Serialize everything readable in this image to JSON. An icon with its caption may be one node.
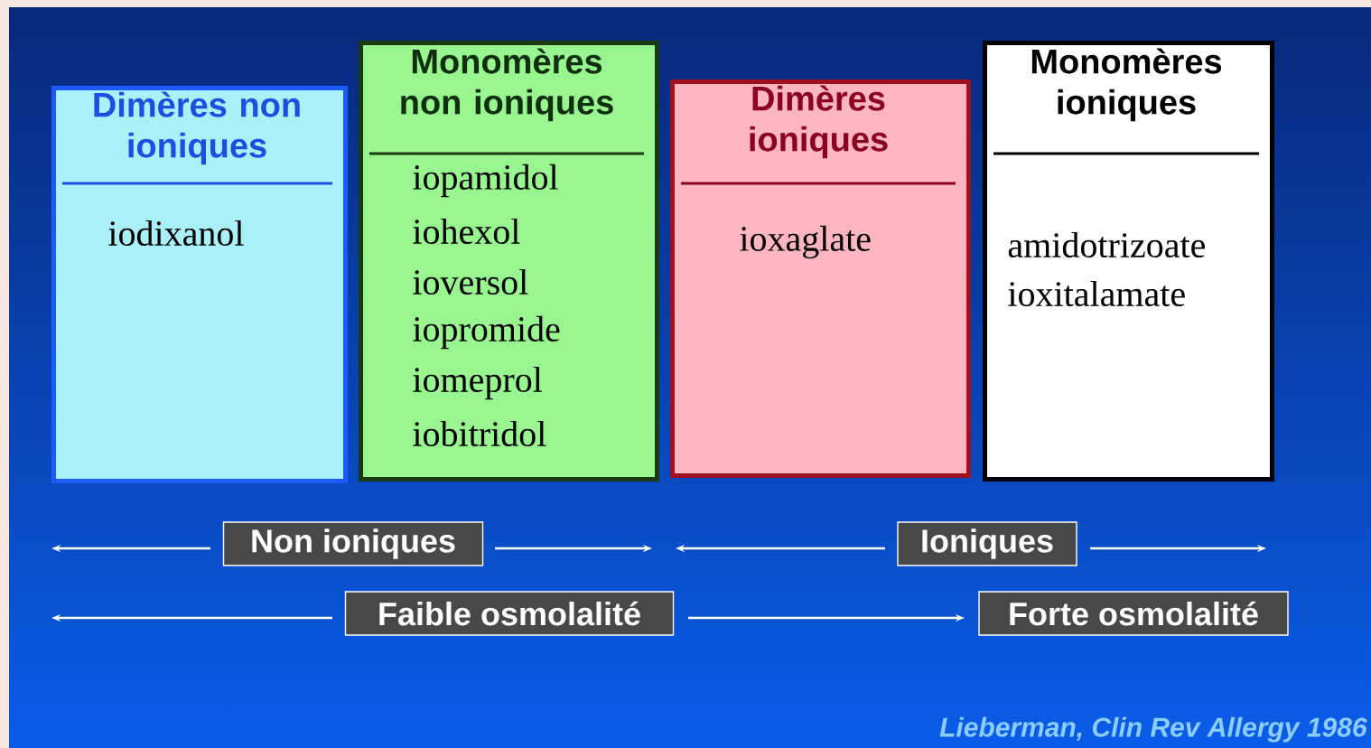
{
  "diagram": {
    "nodes": [
      {
        "text": [
          "Dimères non ioniques",
          "iodixanol"
        ]
      },
      {
        "text": [
          "Monomères non ioniques",
          "iopamidol",
          "iohexol",
          "ioversol",
          "iopromide",
          "iomeprol",
          "iobitridol"
        ]
      },
      {
        "text": [
          "Dimères ioniques",
          "ioxaglate"
        ]
      },
      {
        "text": [
          "Monomères ioniques",
          "amidotrizoate",
          "ioxitalamate"
        ]
      },
      {
        "text": [
          "Non ioniques"
        ]
      },
      {
        "text": [
          "Ioniques"
        ]
      },
      {
        "text": [
          "Faible osmolalité"
        ]
      },
      {
        "text": [
          "Forte osmolalité"
        ]
      }
    ],
    "labels": [
      "Lieberman, Clin Rev Allergy 1986"
    ]
  }
}
